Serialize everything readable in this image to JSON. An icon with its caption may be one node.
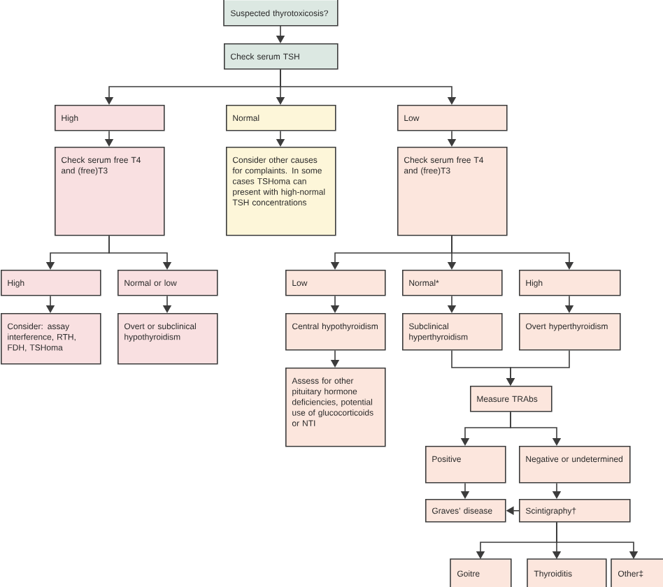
{
  "diagram": {
    "nodes": [
      {
        "text": [
          "Suspected thyrotoxicosis?"
        ]
      },
      {
        "text": [
          "Check serum TSH"
        ]
      },
      {
        "text": [
          "High"
        ]
      },
      {
        "text": [
          "Normal"
        ]
      },
      {
        "text": [
          "Low"
        ]
      },
      {
        "text": [
          "Check serum free T4 and (free)T3"
        ]
      },
      {
        "text": [
          "Consider other causes for complaints. In some cases TSHoma can present with high-normal TSH concentrations"
        ]
      },
      {
        "text": [
          "Check serum free T4 and (free)T3"
        ]
      },
      {
        "text": [
          "High"
        ]
      },
      {
        "text": [
          "Normal or low"
        ]
      },
      {
        "text": [
          "Low"
        ]
      },
      {
        "text": [
          "Normal*"
        ]
      },
      {
        "text": [
          "High"
        ]
      },
      {
        "text": [
          "Consider: assay interference, RTH, FDH, TSHoma"
        ]
      },
      {
        "text": [
          "Overt or subclinical hypothyroidism"
        ]
      },
      {
        "text": [
          "Central hypothyroidism"
        ]
      },
      {
        "text": [
          "Subclinical hyperthyroidism"
        ]
      },
      {
        "text": [
          "Overt hyperthyroidism"
        ]
      },
      {
        "text": [
          "Assess for other pituitary hormone deficiencies, potential use of glucocorticoids or NTI"
        ]
      },
      {
        "text": [
          "Measure TRAbs"
        ]
      },
      {
        "text": [
          "Positive"
        ]
      },
      {
        "text": [
          "Negative or undetermined"
        ]
      },
      {
        "text": [
          "Graves’ disease"
        ]
      },
      {
        "text": [
          "Scintigraphy†"
        ]
      },
      {
        "text": [
          "Goitre"
        ]
      },
      {
        "text": [
          "Thyroiditis"
        ]
      },
      {
        "text": [
          "Other‡"
        ]
      }
    ],
    "edges": [
      {
        "from": 0,
        "to": 1,
        "arrow": "to"
      },
      {
        "from": 1,
        "to": 2,
        "arrow": "to"
      },
      {
        "from": 1,
        "to": 3,
        "arrow": "to"
      },
      {
        "from": 1,
        "to": 4,
        "arrow": "to"
      },
      {
        "from": 2,
        "to": 5,
        "arrow": "to"
      },
      {
        "from": 3,
        "to": 6,
        "arrow": "to"
      },
      {
        "from": 4,
        "to": 7,
        "arrow": "to"
      },
      {
        "from": 5,
        "to": 8,
        "arrow": "to"
      },
      {
        "from": 5,
        "to": 9,
        "arrow": "to"
      },
      {
        "from": 7,
        "to": 10,
        "arrow": "to"
      },
      {
        "from": 7,
        "to": 11,
        "arrow": "to"
      },
      {
        "from": 7,
        "to": 12,
        "arrow": "to"
      },
      {
        "from": 8,
        "to": 13,
        "arrow": "to"
      },
      {
        "from": 9,
        "to": 14,
        "arrow": "to"
      },
      {
        "from": 10,
        "to": 15,
        "arrow": "to"
      },
      {
        "from": 11,
        "to": 16,
        "arrow": "to"
      },
      {
        "from": 12,
        "to": 17,
        "arrow": "to"
      },
      {
        "from": 15,
        "to": 18,
        "arrow": "to"
      },
      {
        "from": 16,
        "to": 19,
        "arrow": "to"
      },
      {
        "from": 17,
        "to": 19,
        "arrow": "to"
      },
      {
        "from": 19,
        "to": 20,
        "arrow": "to"
      },
      {
        "from": 19,
        "to": 21,
        "arrow": "to"
      },
      {
        "from": 20,
        "to": 22,
        "arrow": "to"
      },
      {
        "from": 21,
        "to": 23,
        "arrow": "to"
      },
      {
        "from": 23,
        "to": 22,
        "arrow": "to"
      },
      {
        "from": 23,
        "to": 24,
        "arrow": "to"
      },
      {
        "from": 23,
        "to": 25,
        "arrow": "to"
      },
      {
        "from": 23,
        "to": 26,
        "arrow": "to"
      }
    ]
  }
}
